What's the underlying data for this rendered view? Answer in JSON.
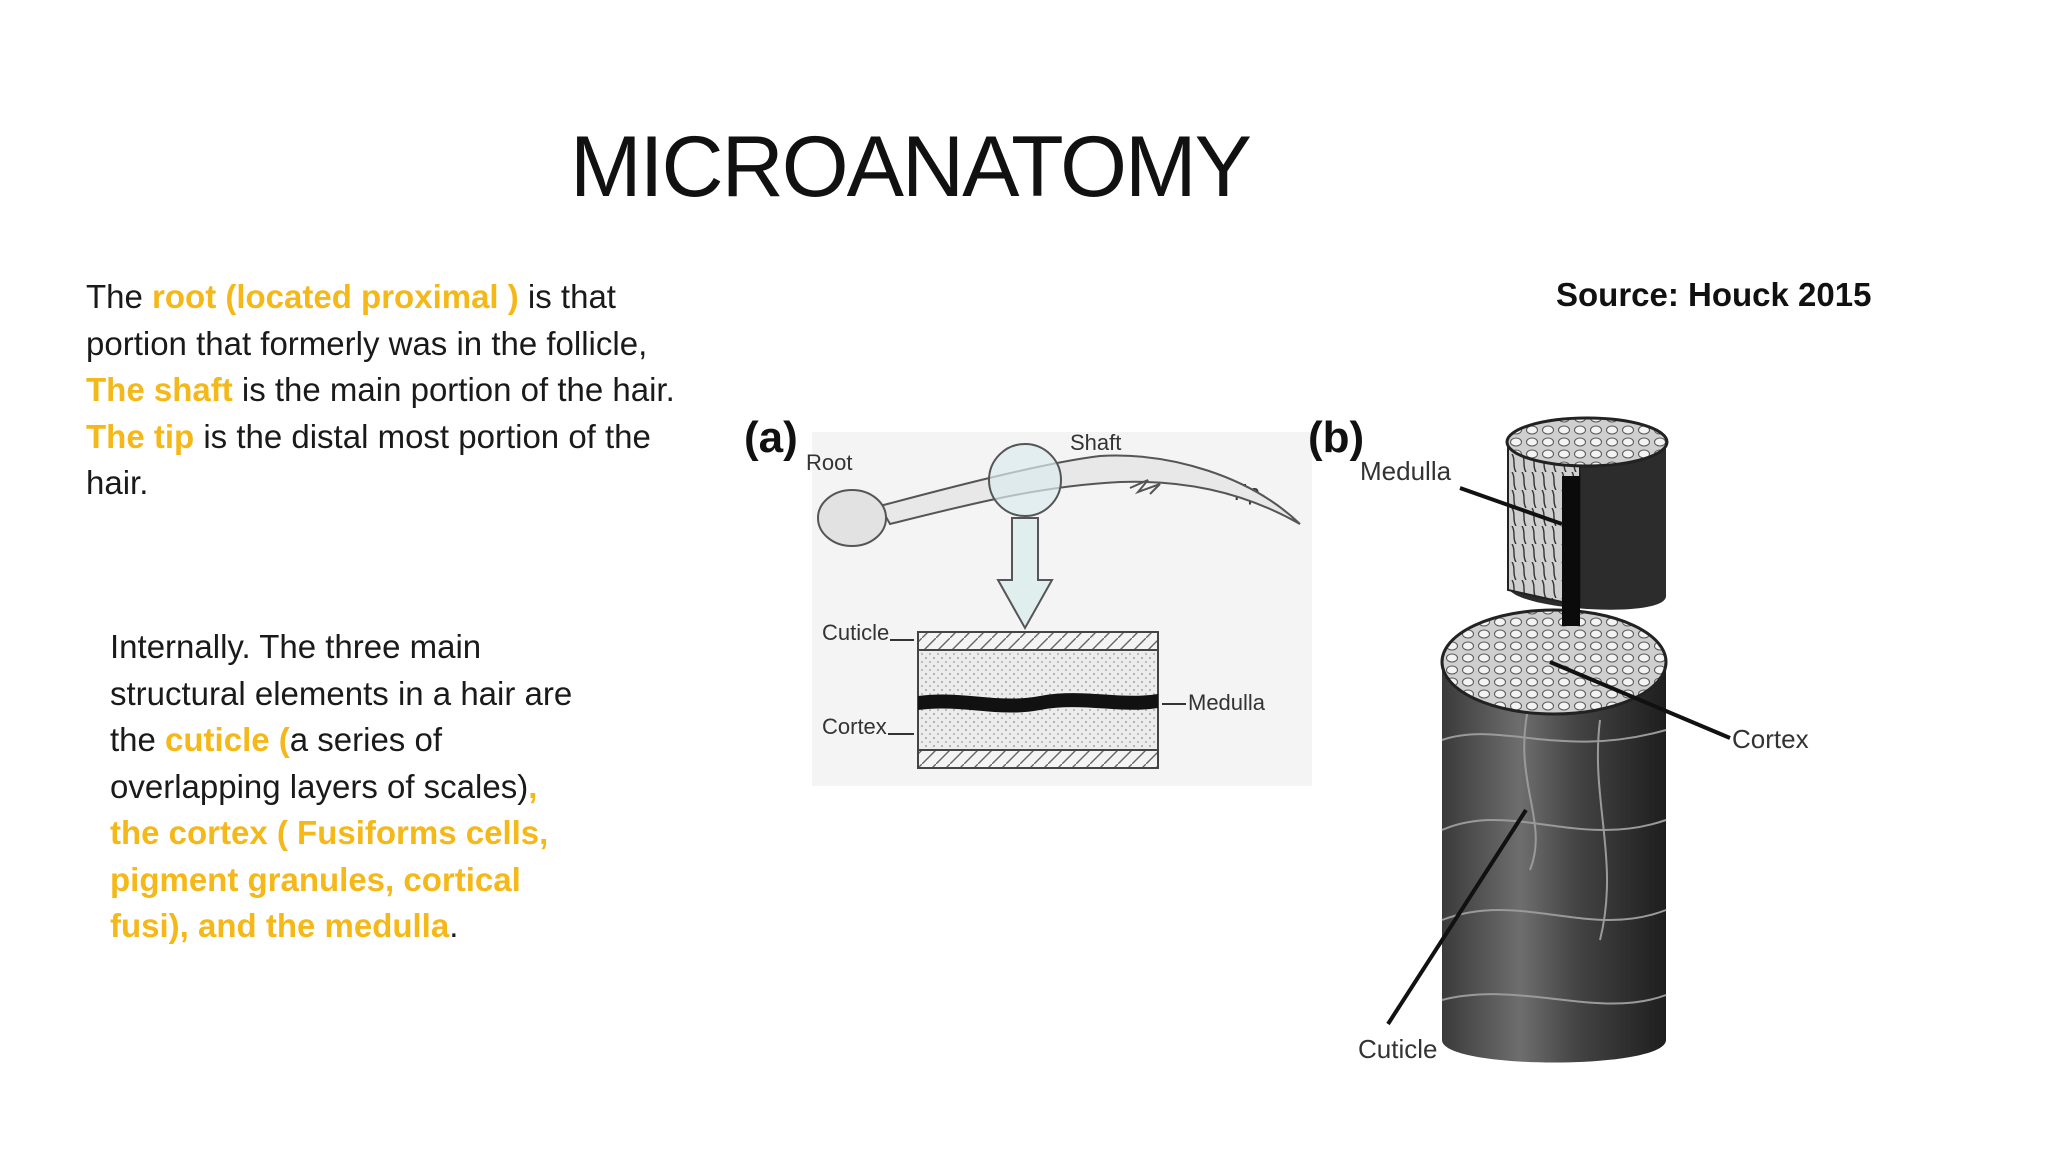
{
  "slide": {
    "title": "MICROANATOMY",
    "source": "Source: Houck 2015",
    "accent_color": "#f5b819"
  },
  "para1": {
    "p1": "The ",
    "h1": "root (located proximal )",
    "p2": " is that portion that formerly was in the follicle, ",
    "h2": "The shaft",
    "p3": " is the main portion of the hair. ",
    "h3": "The tip",
    "p4": " is the distal most portion of the hair."
  },
  "para2": {
    "p1": "Internally. The three main structural elements in a hair are the ",
    "h1": "cuticle (",
    "p2": "a series of overlapping layers of scales)",
    "h2": ", the cortex ( Fusiforms cells, pigment granules, cortical fusi), and the medulla",
    "p3": "."
  },
  "figure_a": {
    "panel_label": "(a)",
    "root": "Root",
    "shaft": "Shaft",
    "tip": "Tip",
    "cuticle": "Cuticle",
    "cortex": "Cortex",
    "medulla": "Medulla"
  },
  "figure_b": {
    "panel_label": "(b)",
    "medulla": "Medulla",
    "cortex": "Cortex",
    "cuticle": "Cuticle"
  }
}
